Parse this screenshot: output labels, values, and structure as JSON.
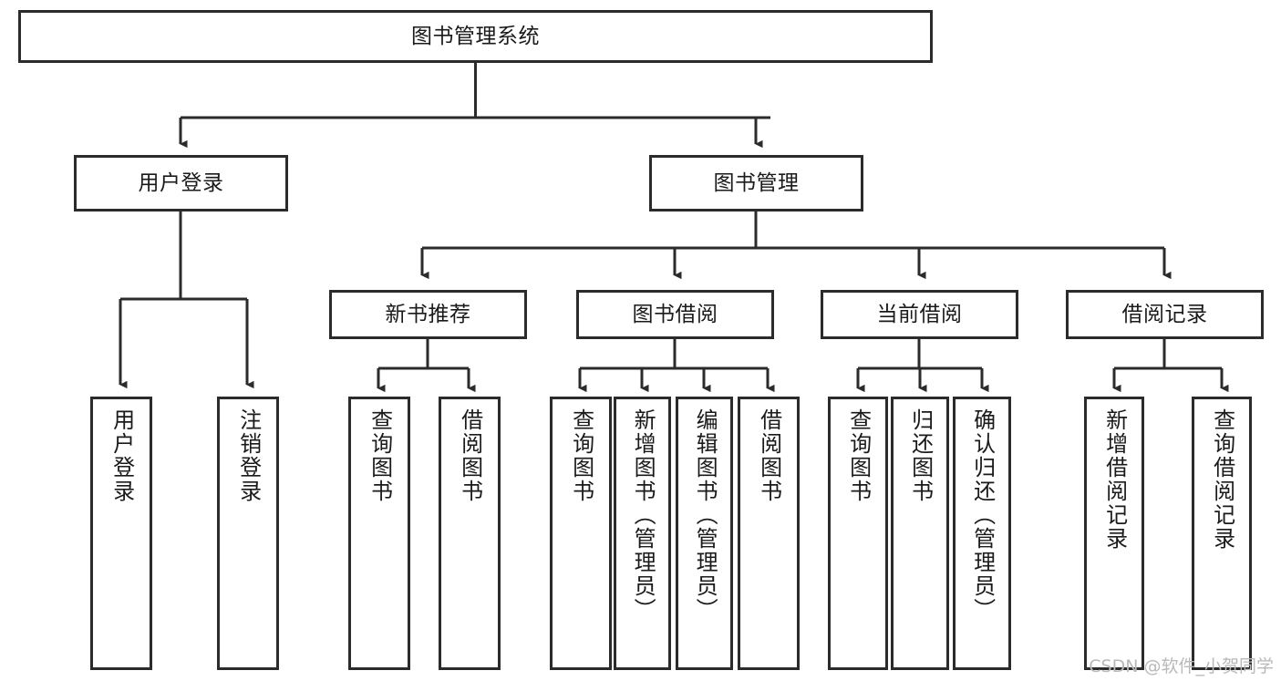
{
  "diagram": {
    "title": "图书管理系统",
    "type": "hierarchy-tree",
    "watermark": "CSDN @软件_小贺同学",
    "colors": {
      "stroke": "#2b2b2b",
      "fill": "#ffffff",
      "text": "#1a1a1a",
      "watermark": "#b9b9b9"
    },
    "nodes": {
      "root": {
        "label": "图书管理系统"
      },
      "level1": [
        {
          "id": "user-login",
          "label": "用户登录"
        },
        {
          "id": "book-manage",
          "label": "图书管理"
        }
      ],
      "level2": [
        {
          "id": "new-book-rec",
          "label": "新书推荐"
        },
        {
          "id": "book-borrow",
          "label": "图书借阅"
        },
        {
          "id": "current-borrow",
          "label": "当前借阅"
        },
        {
          "id": "borrow-record",
          "label": "借阅记录"
        }
      ],
      "leaves": {
        "user_login": [
          {
            "id": "leaf-user-login",
            "label": "用户登录"
          },
          {
            "id": "leaf-logout",
            "label": "注销登录"
          }
        ],
        "new_book_rec": [
          {
            "id": "leaf-query-book-1",
            "label": "查询图书"
          },
          {
            "id": "leaf-borrow-book-1",
            "label": "借阅图书"
          }
        ],
        "book_borrow": [
          {
            "id": "leaf-query-book-2",
            "label": "查询图书"
          },
          {
            "id": "leaf-add-book",
            "label": "新增图书（管理员）"
          },
          {
            "id": "leaf-edit-book",
            "label": "编辑图书（管理员）"
          },
          {
            "id": "leaf-borrow-book-2",
            "label": "借阅图书"
          }
        ],
        "current_borrow": [
          {
            "id": "leaf-query-book-3",
            "label": "查询图书"
          },
          {
            "id": "leaf-return-book",
            "label": "归还图书"
          },
          {
            "id": "leaf-confirm-return",
            "label": "确认归还（管理员）"
          }
        ],
        "borrow_record": [
          {
            "id": "leaf-add-record",
            "label": "新增借阅记录"
          },
          {
            "id": "leaf-query-record",
            "label": "查询借阅记录"
          }
        ]
      }
    }
  }
}
